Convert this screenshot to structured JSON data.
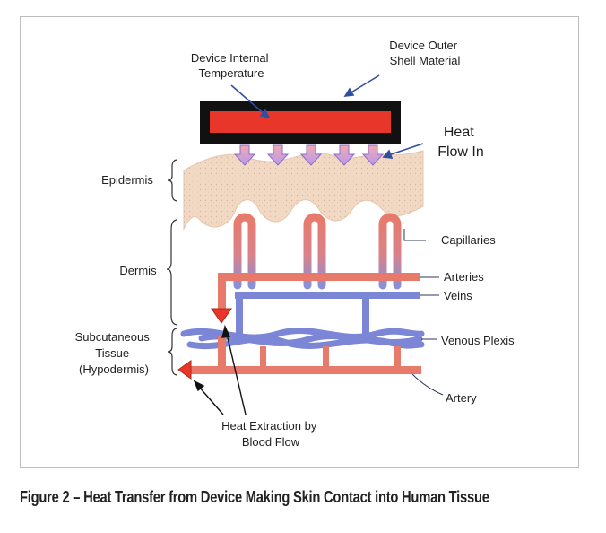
{
  "labels": {
    "device_internal_temperature": [
      "Device Internal",
      "Temperature"
    ],
    "device_outer_shell": [
      "Device Outer",
      "Shell Material"
    ],
    "heat_flow_in": [
      "Heat",
      "Flow In"
    ],
    "epidermis": "Epidermis",
    "dermis": "Dermis",
    "subcutaneous": [
      "Subcutaneous",
      "Tissue",
      "(Hypodermis)"
    ],
    "capillaries": "Capillaries",
    "arteries": "Arteries",
    "veins": "Veins",
    "venous_plexis": "Venous Plexis",
    "artery": "Artery",
    "heat_extraction": [
      "Heat Extraction by",
      "Blood Flow"
    ]
  },
  "caption": "Figure 2 – Heat Transfer from Device Making Skin Contact into Human Tissue",
  "colors": {
    "device_shell": "#111111",
    "device_core": "#e8372a",
    "artery": "#e87a6c",
    "vein": "#7c86d6",
    "skin": "#f2d9c4",
    "heat_arrow": "#c9a3e6",
    "callout": "#2f4fa0"
  }
}
